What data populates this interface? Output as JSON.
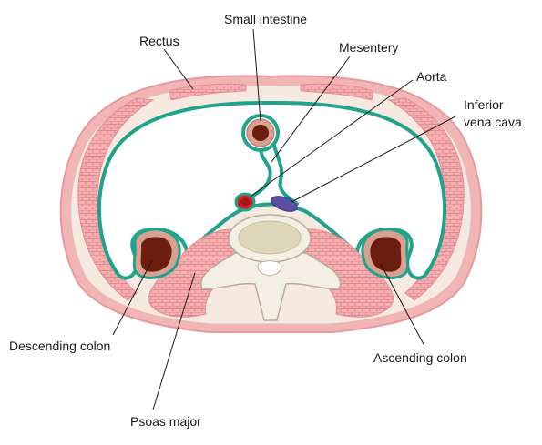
{
  "labels": {
    "small_intestine": "Small intestine",
    "rectus": "Rectus",
    "mesentery": "Mesentery",
    "aorta": "Aorta",
    "inferior_vena_cava_line1": "Inferior",
    "inferior_vena_cava_line2": "vena cava",
    "descending_colon": "Descending colon",
    "ascending_colon": "Ascending colon",
    "psoas_major": "Psoas major"
  },
  "colors": {
    "skin": "#f2b5b5",
    "fat": "#f6e9df",
    "muscle": "#f1a8a8",
    "muscle_cell": "#e47d86",
    "peritoneum": "#1fa38c",
    "bone": "#f4efe4",
    "bone_edge": "#b9ad97",
    "vertebral_body": "#ddd6b8",
    "colon_wall": "#d9a090",
    "colon_lumen": "#6b1d10",
    "aorta": "#d61f26",
    "vena_cava": "#5b4ea3"
  }
}
